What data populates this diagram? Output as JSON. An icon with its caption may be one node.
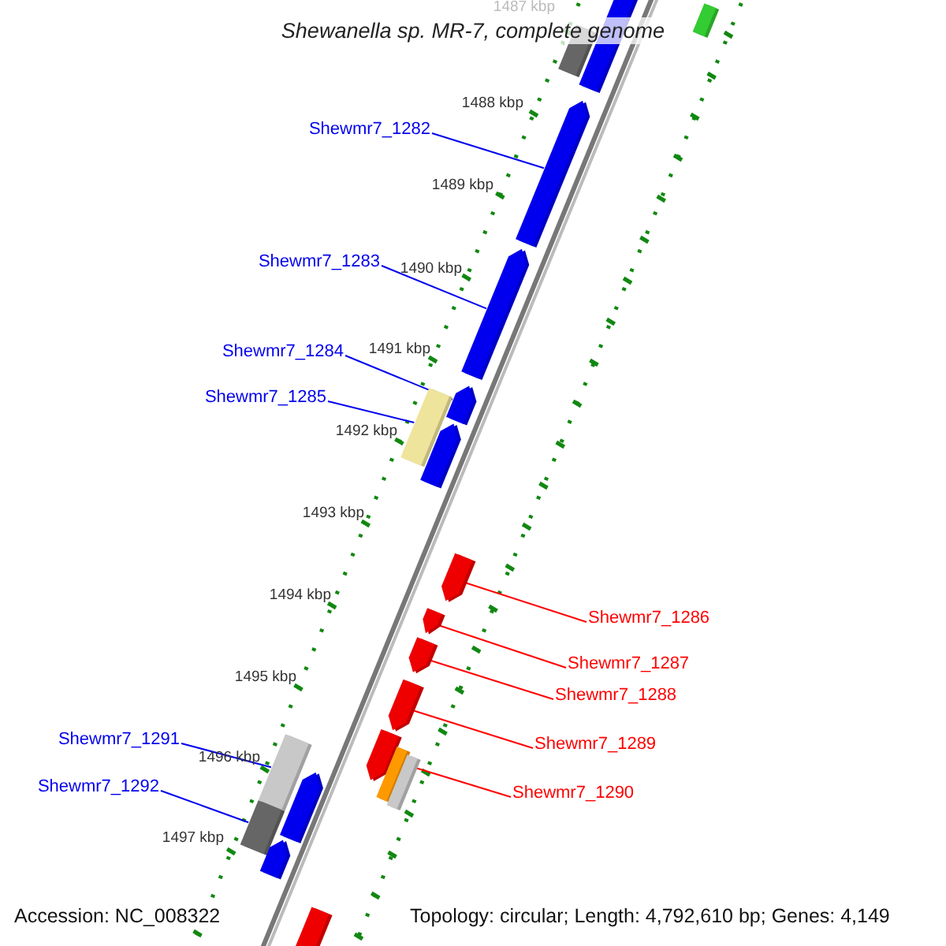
{
  "diagram": {
    "title": "Shewanella sp. MR-7, complete genome",
    "nodes": [
      {
        "text": [
          "Shewmr7_1282"
        ]
      },
      {
        "text": [],
        "shape": "bar"
      },
      {
        "text": [
          "Shewmr7_1283"
        ]
      },
      {
        "text": [],
        "shape": "bar"
      },
      {
        "text": [
          "Shewmr7_1284"
        ]
      },
      {
        "text": [],
        "shape": "bar"
      },
      {
        "text": [
          "Shewmr7_1285"
        ]
      },
      {
        "text": [],
        "shape": "bar"
      },
      {
        "text": [
          "Shewmr7_1286"
        ]
      },
      {
        "text": [],
        "shape": "bar"
      },
      {
        "text": [
          "Shewmr7_1287"
        ]
      },
      {
        "text": [],
        "shape": "bar"
      },
      {
        "text": [
          "Shewmr7_1288"
        ]
      },
      {
        "text": [],
        "shape": "bar"
      },
      {
        "text": [
          "Shewmr7_1289"
        ]
      },
      {
        "text": [],
        "shape": "bar"
      },
      {
        "text": [
          "Shewmr7_1290"
        ]
      },
      {
        "text": [],
        "shape": "bar"
      },
      {
        "text": [
          "Shewmr7_1291"
        ]
      },
      {
        "text": [],
        "shape": "bar"
      },
      {
        "text": [
          "Shewmr7_1292"
        ]
      },
      {
        "text": [],
        "shape": "bar"
      },
      {
        "text": [],
        "shape": "bar"
      },
      {
        "text": [],
        "shape": "bar"
      },
      {
        "text": [],
        "shape": "bar"
      },
      {
        "text": [],
        "shape": "bar"
      },
      {
        "text": [],
        "shape": "bar"
      },
      {
        "text": [],
        "shape": "bar"
      },
      {
        "text": [],
        "shape": "bar"
      },
      {
        "text": [],
        "shape": "bar"
      },
      {
        "text": [],
        "shape": "bar"
      }
    ],
    "edges": [
      {
        "from": 0,
        "to": 1,
        "arrow": "none"
      },
      {
        "from": 2,
        "to": 3,
        "arrow": "none"
      },
      {
        "from": 4,
        "to": 5,
        "arrow": "none"
      },
      {
        "from": 6,
        "to": 7,
        "arrow": "none"
      },
      {
        "from": 8,
        "to": 9,
        "arrow": "none",
        "color": "#ff0000"
      },
      {
        "from": 10,
        "to": 11,
        "arrow": "none",
        "color": "#ff0000"
      },
      {
        "from": 12,
        "to": 13,
        "arrow": "none",
        "color": "#ff0000"
      },
      {
        "from": 14,
        "to": 15,
        "arrow": "none",
        "color": "#ff0000"
      },
      {
        "from": 16,
        "to": 17,
        "arrow": "none",
        "color": "#ff0000"
      },
      {
        "from": 18,
        "to": 19,
        "arrow": "none"
      },
      {
        "from": 20,
        "to": 21,
        "arrow": "none"
      }
    ],
    "labels": [
      "1487 kbp",
      "1488 kbp",
      "1489 kbp",
      "1490 kbp",
      "1491 kbp",
      "1492 kbp",
      "1493 kbp",
      "1494 kbp",
      "1495 kbp",
      "1496 kbp",
      "1497 kbp",
      "Accession: NC_008322",
      "Topology: circular; Length: 4,792,610 bp; Genes: 4,149"
    ]
  }
}
